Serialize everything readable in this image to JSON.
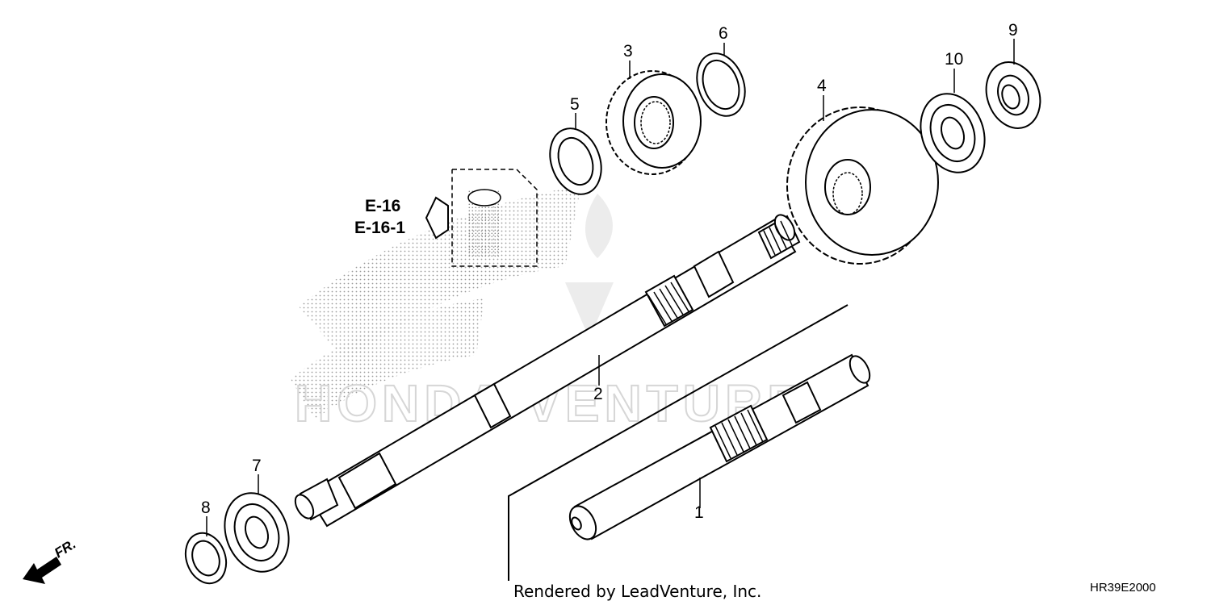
{
  "diagram": {
    "watermark": "HONDA VENTURE",
    "callouts": {
      "p1": "1",
      "p2": "2",
      "p3": "3",
      "p4": "4",
      "p5": "5",
      "p6": "6",
      "p7": "7",
      "p8": "8",
      "p9": "9",
      "p10": "10"
    },
    "reference": {
      "line1": "E-16",
      "line2": "E-16-1"
    },
    "direction_label": "FR.",
    "footer": {
      "credit": "Rendered by LeadVenture, Inc.",
      "diagram_code": "HR39E2000"
    }
  }
}
